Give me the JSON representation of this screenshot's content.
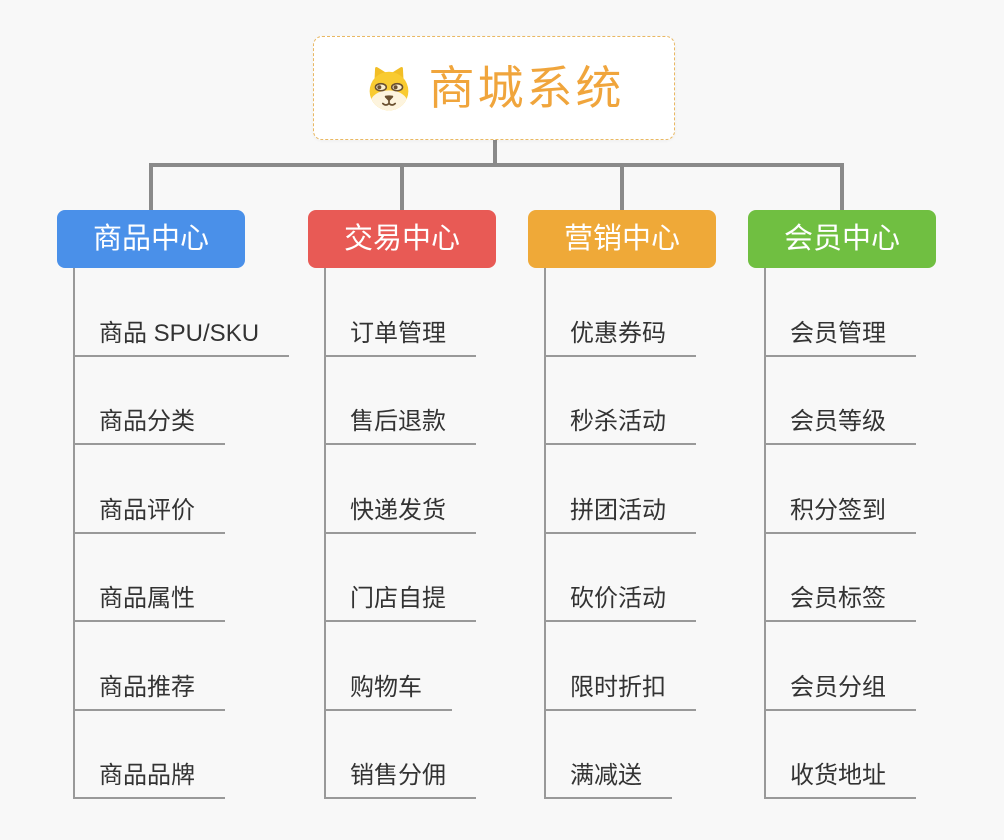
{
  "page": {
    "background": "#f8f8f8"
  },
  "root": {
    "title": "商城系统",
    "icon": "dog-face-icon",
    "title_color": "#f0a53c",
    "border_color": "#e9b863"
  },
  "connector_color": "#8a8a8a",
  "leaf_line_color": "#999999",
  "leaf_text_color": "#333333",
  "branches": [
    {
      "label": "商品中心",
      "color": "#4a90e9",
      "children": [
        "商品 SPU/SKU",
        "商品分类",
        "商品评价",
        "商品属性",
        "商品推荐",
        "商品品牌"
      ]
    },
    {
      "label": "交易中心",
      "color": "#e85a55",
      "children": [
        "订单管理",
        "售后退款",
        "快递发货",
        "门店自提",
        "购物车",
        "销售分佣"
      ]
    },
    {
      "label": "营销中心",
      "color": "#efa938",
      "children": [
        "优惠券码",
        "秒杀活动",
        "拼团活动",
        "砍价活动",
        "限时折扣",
        "满减送"
      ]
    },
    {
      "label": "会员中心",
      "color": "#70bf41",
      "children": [
        "会员管理",
        "会员等级",
        "积分签到",
        "会员标签",
        "会员分组",
        "收货地址"
      ]
    }
  ]
}
